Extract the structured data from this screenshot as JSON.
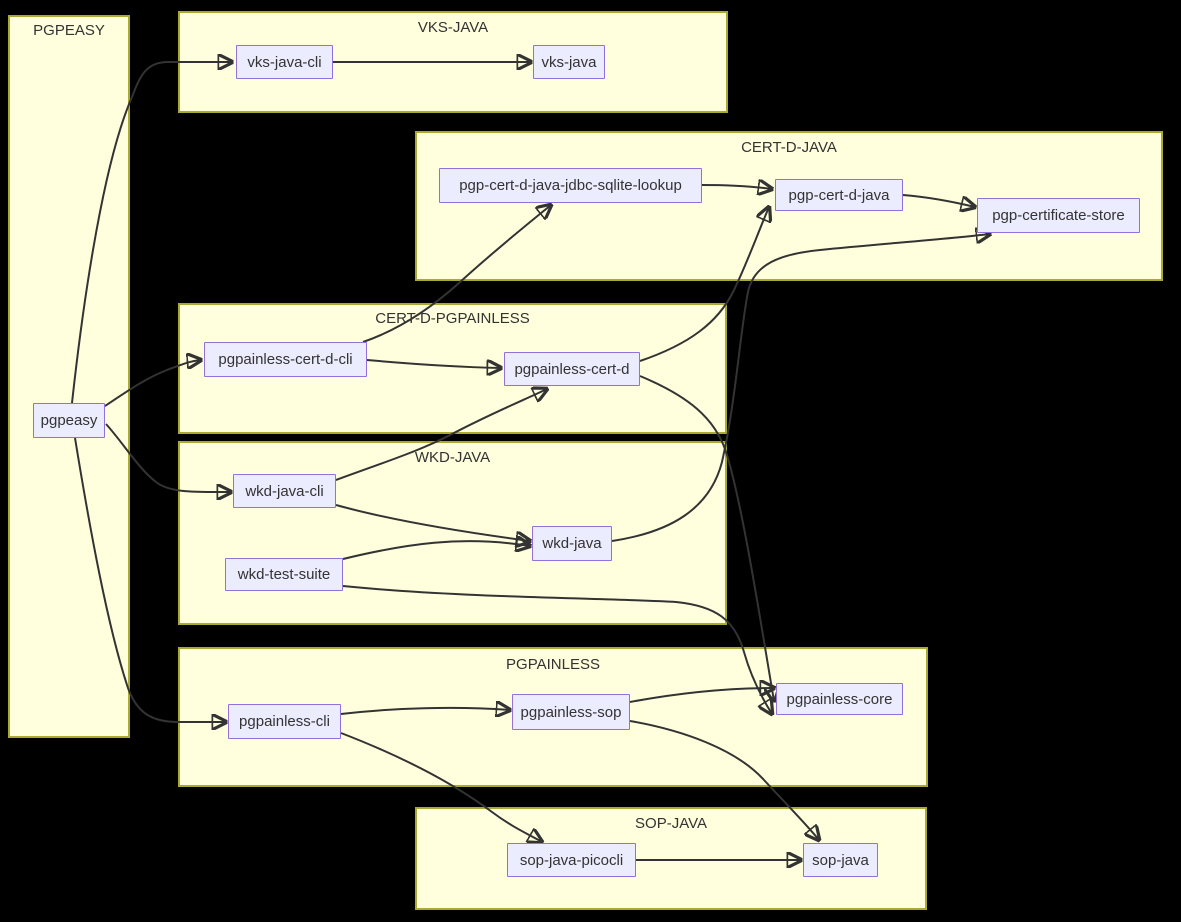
{
  "diagram": {
    "type": "dependency-graph",
    "groups": [
      {
        "id": "pgpeasy-group",
        "title": "PGPEASY",
        "nodes": [
          "pgpeasy"
        ]
      },
      {
        "id": "vks-java-group",
        "title": "VKS-JAVA",
        "nodes": [
          "vks-java-cli",
          "vks-java"
        ]
      },
      {
        "id": "cert-d-java-group",
        "title": "CERT-D-JAVA",
        "nodes": [
          "pgp-cert-d-java-jdbc-sqlite-lookup",
          "pgp-cert-d-java",
          "pgp-certificate-store"
        ]
      },
      {
        "id": "cert-d-pgpainless-group",
        "title": "CERT-D-PGPAINLESS",
        "nodes": [
          "pgpainless-cert-d-cli",
          "pgpainless-cert-d"
        ]
      },
      {
        "id": "wkd-java-group",
        "title": "WKD-JAVA",
        "nodes": [
          "wkd-java-cli",
          "wkd-java",
          "wkd-test-suite"
        ]
      },
      {
        "id": "pgpainless-group",
        "title": "PGPAINLESS",
        "nodes": [
          "pgpainless-cli",
          "pgpainless-sop",
          "pgpainless-core"
        ]
      },
      {
        "id": "sop-java-group",
        "title": "SOP-JAVA",
        "nodes": [
          "sop-java-picocli",
          "sop-java"
        ]
      }
    ],
    "edges": [
      {
        "from": "pgpeasy",
        "to": "vks-java-cli"
      },
      {
        "from": "pgpeasy",
        "to": "pgpainless-cert-d-cli"
      },
      {
        "from": "pgpeasy",
        "to": "wkd-java-cli"
      },
      {
        "from": "pgpeasy",
        "to": "pgpainless-cli"
      },
      {
        "from": "vks-java-cli",
        "to": "vks-java"
      },
      {
        "from": "pgp-cert-d-java-jdbc-sqlite-lookup",
        "to": "pgp-cert-d-java"
      },
      {
        "from": "pgp-cert-d-java",
        "to": "pgp-certificate-store"
      },
      {
        "from": "pgpainless-cert-d-cli",
        "to": "pgp-cert-d-java-jdbc-sqlite-lookup"
      },
      {
        "from": "pgpainless-cert-d-cli",
        "to": "pgpainless-cert-d"
      },
      {
        "from": "pgpainless-cert-d",
        "to": "pgp-cert-d-java"
      },
      {
        "from": "pgpainless-cert-d",
        "to": "pgpainless-core"
      },
      {
        "from": "wkd-java-cli",
        "to": "pgpainless-cert-d"
      },
      {
        "from": "wkd-java-cli",
        "to": "wkd-java"
      },
      {
        "from": "wkd-test-suite",
        "to": "wkd-java"
      },
      {
        "from": "wkd-test-suite",
        "to": "pgpainless-core"
      },
      {
        "from": "wkd-java",
        "to": "pgp-certificate-store"
      },
      {
        "from": "pgpainless-cli",
        "to": "pgpainless-sop"
      },
      {
        "from": "pgpainless-cli",
        "to": "sop-java-picocli"
      },
      {
        "from": "pgpainless-sop",
        "to": "pgpainless-core"
      },
      {
        "from": "pgpainless-sop",
        "to": "sop-java"
      },
      {
        "from": "sop-java-picocli",
        "to": "sop-java"
      }
    ]
  },
  "nodes": {
    "pgpeasy": {
      "label": "pgpeasy"
    },
    "vks-java-cli": {
      "label": "vks-java-cli"
    },
    "vks-java": {
      "label": "vks-java"
    },
    "pgp-cert-d-java-jdbc-sqlite-lookup": {
      "label": "pgp-cert-d-java-jdbc-sqlite-lookup"
    },
    "pgp-cert-d-java": {
      "label": "pgp-cert-d-java"
    },
    "pgp-certificate-store": {
      "label": "pgp-certificate-store"
    },
    "pgpainless-cert-d-cli": {
      "label": "pgpainless-cert-d-cli"
    },
    "pgpainless-cert-d": {
      "label": "pgpainless-cert-d"
    },
    "wkd-java-cli": {
      "label": "wkd-java-cli"
    },
    "wkd-java": {
      "label": "wkd-java"
    },
    "wkd-test-suite": {
      "label": "wkd-test-suite"
    },
    "pgpainless-cli": {
      "label": "pgpainless-cli"
    },
    "pgpainless-sop": {
      "label": "pgpainless-sop"
    },
    "pgpainless-core": {
      "label": "pgpainless-core"
    },
    "sop-java-picocli": {
      "label": "sop-java-picocli"
    },
    "sop-java": {
      "label": "sop-java"
    }
  },
  "colors": {
    "background": "#000000",
    "group_fill": "#ffffde",
    "group_border": "#aaaa33",
    "node_fill": "#ececff",
    "node_border": "#9370db",
    "edge": "#333333",
    "text": "#333333"
  }
}
